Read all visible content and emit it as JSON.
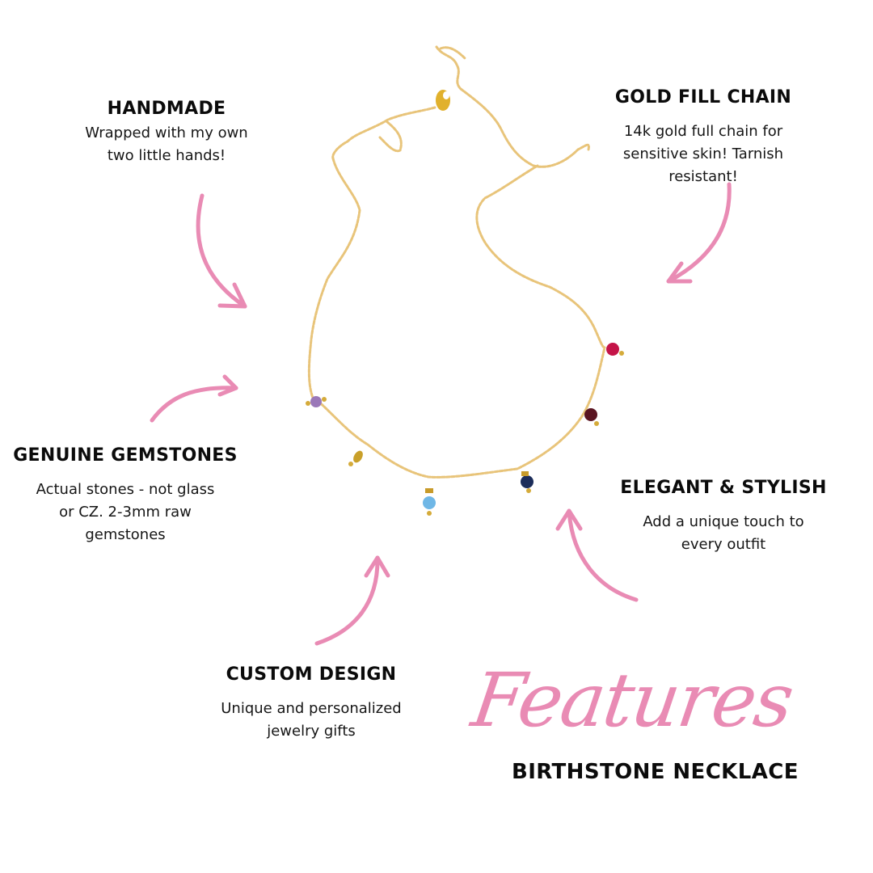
{
  "colors": {
    "accent_pink": "#e98bb4",
    "chain_gold": "#e8c47a",
    "clasp_gold": "#e1b12c",
    "text_dark": "#0b0b0b",
    "background": "#ffffff"
  },
  "title": {
    "script": "Features",
    "subtitle": "BIRTHSTONE NECKLACE"
  },
  "features": {
    "handmade": {
      "heading": "HANDMADE",
      "lines": [
        "Wrapped with my own",
        "two little hands!"
      ]
    },
    "gold_fill_chain": {
      "heading": "GOLD FILL CHAIN",
      "lines": [
        "14k gold full chain for",
        "sensitive skin! Tarnish",
        "resistant!"
      ]
    },
    "genuine_gemstones": {
      "heading": "GENUINE GEMSTONES",
      "lines": [
        "Actual stones - not glass",
        "or CZ. 2-3mm raw",
        "gemstones"
      ]
    },
    "elegant_stylish": {
      "heading": "ELEGANT & STYLISH",
      "lines": [
        "Add a unique touch to",
        "every outfit"
      ]
    },
    "custom_design": {
      "heading": "CUSTOM DESIGN",
      "lines": [
        "Unique and personalized",
        "jewelry gifts"
      ]
    }
  },
  "necklace": {
    "gemstones": [
      {
        "name": "amethyst",
        "color": "#9a78b8"
      },
      {
        "name": "citrine-gold",
        "color": "#c9a02a"
      },
      {
        "name": "aquamarine",
        "color": "#6fb7e6"
      },
      {
        "name": "sapphire",
        "color": "#1c2d5a"
      },
      {
        "name": "garnet",
        "color": "#5a1522"
      },
      {
        "name": "ruby",
        "color": "#c41448"
      }
    ]
  },
  "arrows": [
    {
      "name": "arrow-handmade",
      "direction": "down-right"
    },
    {
      "name": "arrow-gold-chain",
      "direction": "down-left"
    },
    {
      "name": "arrow-gemstones",
      "direction": "right"
    },
    {
      "name": "arrow-custom-design",
      "direction": "up"
    },
    {
      "name": "arrow-elegant",
      "direction": "up"
    }
  ]
}
